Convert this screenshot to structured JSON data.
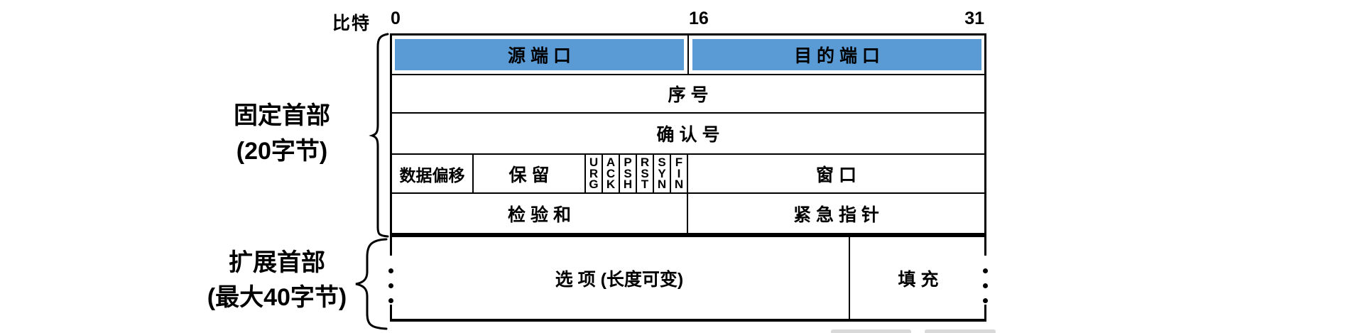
{
  "header": {
    "bits_label": "比特",
    "tick_0": "0",
    "tick_16": "16",
    "tick_31": "31"
  },
  "side_labels": {
    "fixed": {
      "line1": "固定首部",
      "line2": "(20字节)"
    },
    "extended": {
      "line1": "扩展首部",
      "line2": "(最大40字节)"
    }
  },
  "table": {
    "row_ports": {
      "source_port": "源 端 口",
      "dest_port": "目 的 端 口"
    },
    "row_seq": {
      "sequence_number": "序 号"
    },
    "row_ack": {
      "ack_number": "确 认 号"
    },
    "row_flags": {
      "data_offset": "数据偏移",
      "reserved": "保 留",
      "flags": [
        "U\nR\nG",
        "A\nC\nK",
        "P\nS\nH",
        "R\nS\nT",
        "S\nY\nN",
        "F\nI\nN"
      ],
      "window": "窗 口"
    },
    "row_check": {
      "checksum": "检 验 和",
      "urgent_pointer": "紧 急 指 针"
    },
    "row_options": {
      "options": "选 项 (长度可变)",
      "padding": "填 充"
    }
  },
  "colors": {
    "cell_blue": "#5B9BD5",
    "border_black": "#000000",
    "strip_gray": "#d9d9d9"
  }
}
